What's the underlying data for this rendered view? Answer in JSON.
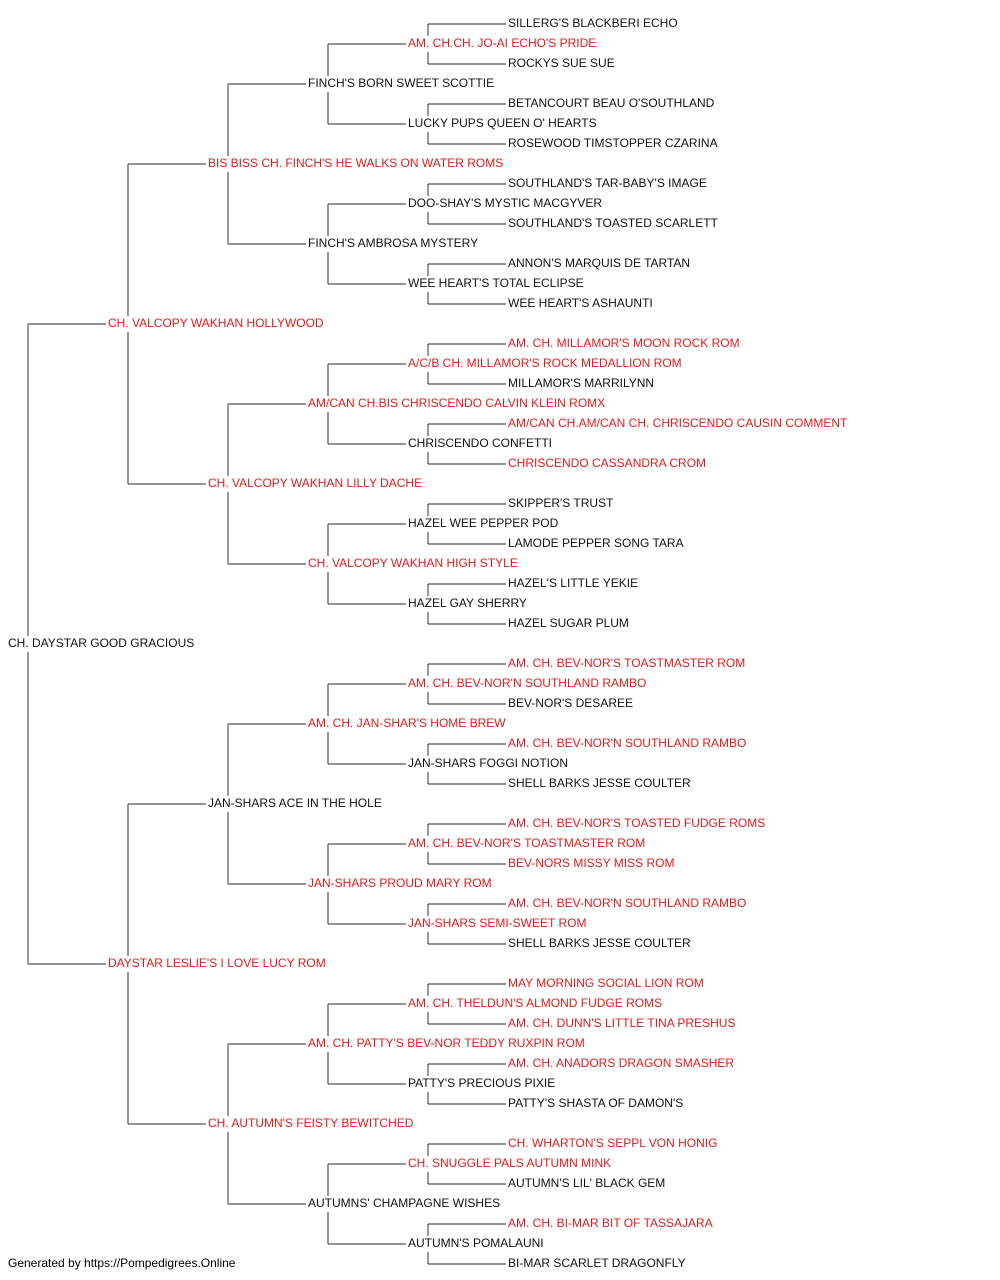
{
  "colors": {
    "champion": "#e01b1b",
    "normal": "#111111",
    "line": "#555555"
  },
  "generations": [
    [
      {
        "name": "CH. DAYSTAR GOOD GRACIOUS",
        "champion": false
      }
    ],
    [
      {
        "name": "CH. VALCOPY WAKHAN HOLLYWOOD",
        "champion": true
      },
      {
        "name": "DAYSTAR LESLIE'S I LOVE LUCY ROM",
        "champion": true
      }
    ],
    [
      {
        "name": "BIS BISS CH. FINCH'S HE WALKS ON WATER ROMS",
        "champion": true
      },
      {
        "name": "CH. VALCOPY WAKHAN LILLY DACHE",
        "champion": true
      },
      {
        "name": "JAN-SHARS ACE IN THE HOLE",
        "champion": false
      },
      {
        "name": "CH. AUTUMN'S FEISTY BEWITCHED",
        "champion": true
      }
    ],
    [
      {
        "name": "FINCH'S BORN SWEET SCOTTIE",
        "champion": false
      },
      {
        "name": "FINCH'S AMBROSA MYSTERY",
        "champion": false
      },
      {
        "name": "AM/CAN CH.BIS CHRISCENDO CALVIN KLEIN ROMX",
        "champion": true
      },
      {
        "name": "CH. VALCOPY WAKHAN HIGH STYLE",
        "champion": true
      },
      {
        "name": "AM. CH. JAN-SHAR'S HOME BREW",
        "champion": true
      },
      {
        "name": "JAN-SHARS PROUD MARY ROM",
        "champion": true
      },
      {
        "name": "AM. CH. PATTY'S BEV-NOR TEDDY RUXPIN ROM",
        "champion": true
      },
      {
        "name": "AUTUMNS' CHAMPAGNE WISHES",
        "champion": false
      }
    ],
    [
      {
        "name": "AM. CH.CH. JO-AI ECHO'S PRIDE",
        "champion": true
      },
      {
        "name": "LUCKY PUPS QUEEN O' HEARTS",
        "champion": false
      },
      {
        "name": "DOO-SHAY'S MYSTIC MACGYVER",
        "champion": false
      },
      {
        "name": "WEE HEART'S TOTAL ECLIPSE",
        "champion": false
      },
      {
        "name": "A/C/B CH. MILLAMOR'S ROCK MEDALLION ROM",
        "champion": true
      },
      {
        "name": "CHRISCENDO CONFETTI",
        "champion": false
      },
      {
        "name": "HAZEL WEE PEPPER POD",
        "champion": false
      },
      {
        "name": "HAZEL GAY SHERRY",
        "champion": false
      },
      {
        "name": "AM. CH. BEV-NOR'N SOUTHLAND RAMBO",
        "champion": true
      },
      {
        "name": "JAN-SHARS FOGGI NOTION",
        "champion": false
      },
      {
        "name": "AM. CH. BEV-NOR'S TOASTMASTER ROM",
        "champion": true
      },
      {
        "name": "JAN-SHARS SEMI-SWEET ROM",
        "champion": true
      },
      {
        "name": "AM. CH. THELDUN'S ALMOND FUDGE ROMS",
        "champion": true
      },
      {
        "name": "PATTY'S PRECIOUS PIXIE",
        "champion": false
      },
      {
        "name": "CH. SNUGGLE PALS AUTUMN MINK",
        "champion": true
      },
      {
        "name": "AUTUMN'S POMALAUNI",
        "champion": false
      }
    ],
    [
      {
        "name": "SILLERG'S BLACKBERI ECHO",
        "champion": false
      },
      {
        "name": "ROCKYS SUE SUE",
        "champion": false
      },
      {
        "name": "BETANCOURT BEAU O'SOUTHLAND",
        "champion": false
      },
      {
        "name": "ROSEWOOD TIMSTOPPER CZARINA",
        "champion": false
      },
      {
        "name": "SOUTHLAND'S TAR-BABY'S IMAGE",
        "champion": false
      },
      {
        "name": "SOUTHLAND'S TOASTED SCARLETT",
        "champion": false
      },
      {
        "name": "ANNON'S MARQUIS DE TARTAN",
        "champion": false
      },
      {
        "name": "WEE HEART'S ASHAUNTI",
        "champion": false
      },
      {
        "name": "AM. CH. MILLAMOR'S MOON ROCK ROM",
        "champion": true
      },
      {
        "name": "MILLAMOR'S MARRILYNN",
        "champion": false
      },
      {
        "name": "AM/CAN CH.AM/CAN CH. CHRISCENDO CAUSIN COMMENT",
        "champion": true
      },
      {
        "name": "CHRISCENDO CASSANDRA CROM",
        "champion": true
      },
      {
        "name": "SKIPPER'S TRUST",
        "champion": false
      },
      {
        "name": "LAMODE PEPPER SONG TARA",
        "champion": false
      },
      {
        "name": "HAZEL'S LITTLE YEKIE",
        "champion": false
      },
      {
        "name": "HAZEL SUGAR PLUM",
        "champion": false
      },
      {
        "name": "AM. CH. BEV-NOR'S TOASTMASTER ROM",
        "champion": true
      },
      {
        "name": "BEV-NOR'S DESAREE",
        "champion": false
      },
      {
        "name": "AM. CH. BEV-NOR'N SOUTHLAND RAMBO",
        "champion": true
      },
      {
        "name": "SHELL BARKS JESSE COULTER",
        "champion": false
      },
      {
        "name": "AM. CH. BEV-NOR'S TOASTED FUDGE ROMS",
        "champion": true
      },
      {
        "name": "BEV-NORS MISSY MISS ROM",
        "champion": true
      },
      {
        "name": "AM. CH. BEV-NOR'N SOUTHLAND RAMBO",
        "champion": true
      },
      {
        "name": "SHELL BARKS JESSE COULTER",
        "champion": false
      },
      {
        "name": "MAY MORNING SOCIAL LION ROM",
        "champion": true
      },
      {
        "name": "AM. CH. DUNN'S LITTLE TINA PRESHUS",
        "champion": true
      },
      {
        "name": "AM. CH. ANADORS DRAGON SMASHER",
        "champion": true
      },
      {
        "name": "PATTY'S SHASTA OF DAMON'S",
        "champion": false
      },
      {
        "name": "CH. WHARTON'S SEPPL VON HONIG",
        "champion": true
      },
      {
        "name": "AUTUMN'S LIL' BLACK GEM",
        "champion": false
      },
      {
        "name": "AM. CH. BI-MAR BIT OF TASSAJARA",
        "champion": true
      },
      {
        "name": "BI-MAR SCARLET DRAGONFLY",
        "champion": false
      }
    ]
  ],
  "footer": "Generated by https://Pompedigrees.Online"
}
